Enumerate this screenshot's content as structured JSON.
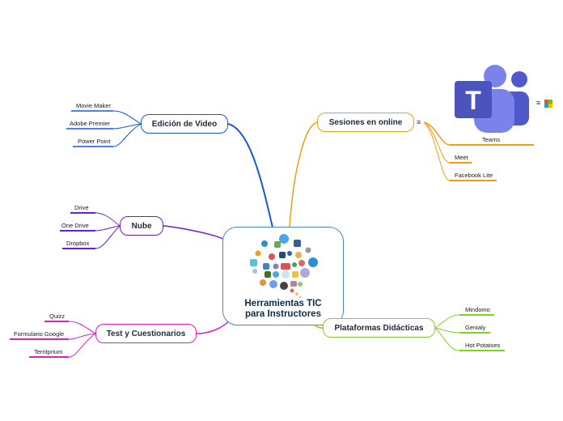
{
  "central": {
    "title_line1": "Herramientas TIC",
    "title_line2": "para Instructores"
  },
  "branches": {
    "video": {
      "label": "Edición de Video",
      "color": "#1a56db",
      "leaves": [
        "Movie Maker",
        "Adobe Premier",
        "Power Point"
      ]
    },
    "nube": {
      "label": "Nube",
      "color": "#6b1fd1",
      "leaves": [
        "Drive",
        "One Drive",
        "Dropbox"
      ]
    },
    "test": {
      "label": "Test y Cuestionarios",
      "color": "#d81fc8",
      "leaves": [
        "Quizz",
        "Formulario Google",
        "Territprium"
      ]
    },
    "sesiones": {
      "label": "Sesiones en online",
      "color": "#f39c12",
      "leaves": [
        "Teams",
        "Meet",
        "Facebook Lite"
      ]
    },
    "plataformas": {
      "label": "Plataformas Didácticas",
      "color": "#7ed321",
      "leaves": [
        "Mindomo",
        "Genialy",
        "Hot Potatoes"
      ]
    }
  },
  "icons": {
    "menu": "≡",
    "teams_logo": "T"
  },
  "colors": {
    "central_border": "#3a8fc6",
    "teams_purple": "#5059c9",
    "teams_dark": "#4b53bc"
  }
}
